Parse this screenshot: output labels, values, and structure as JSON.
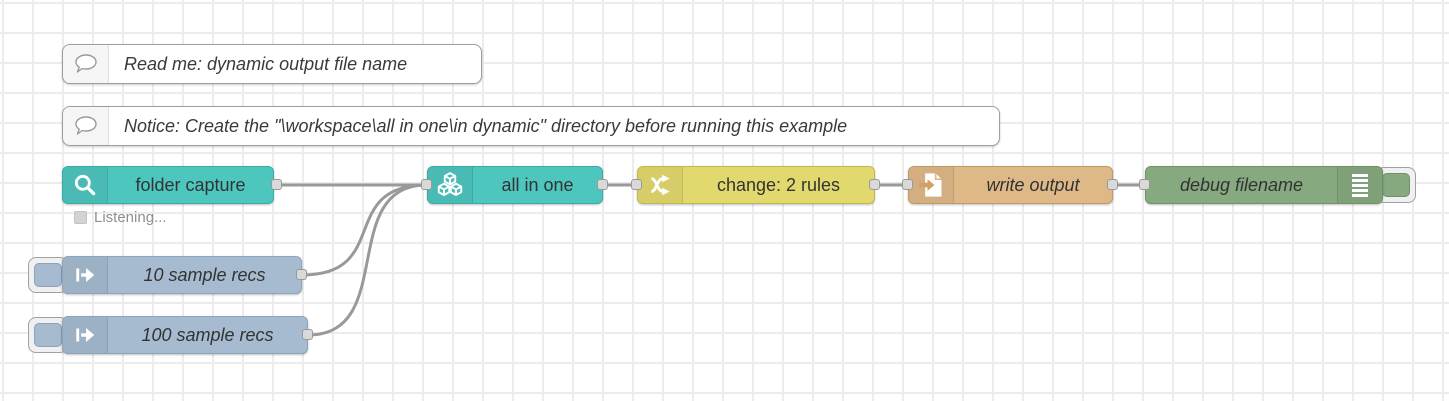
{
  "canvas": {
    "background": "#ffffff",
    "grid_color": "#ececec",
    "wire_color": "#999999"
  },
  "comments": [
    {
      "label": "Read me: dynamic output file name",
      "icon": "speech-bubble-icon"
    },
    {
      "label": "Notice: Create the \"\\workspace\\all in one\\in dynamic\" directory before running this example",
      "icon": "speech-bubble-icon"
    }
  ],
  "nodes": [
    {
      "label": "folder capture",
      "color": "#4DC6BE",
      "icon": "search-icon",
      "status": {
        "text": "Listening...",
        "shape": "square",
        "color": "#d3d3d3"
      }
    },
    {
      "label": "all in one",
      "color": "#4DC6BE",
      "icon": "cubes-icon"
    },
    {
      "label": "change: 2 rules",
      "color": "#E2D96E",
      "icon": "shuffle-icon"
    },
    {
      "label": "write output",
      "color": "#DEB887",
      "icon": "file-in-icon"
    },
    {
      "label": "debug filename",
      "color": "#87A980",
      "icon": "debug-list-icon",
      "toggle": "enabled"
    },
    {
      "label": "10 sample recs",
      "color": "#A6BBCF",
      "icon": "inject-arrow-icon",
      "button": "inject"
    },
    {
      "label": "100 sample recs",
      "color": "#A6BBCF",
      "icon": "inject-arrow-icon",
      "button": "inject"
    }
  ]
}
